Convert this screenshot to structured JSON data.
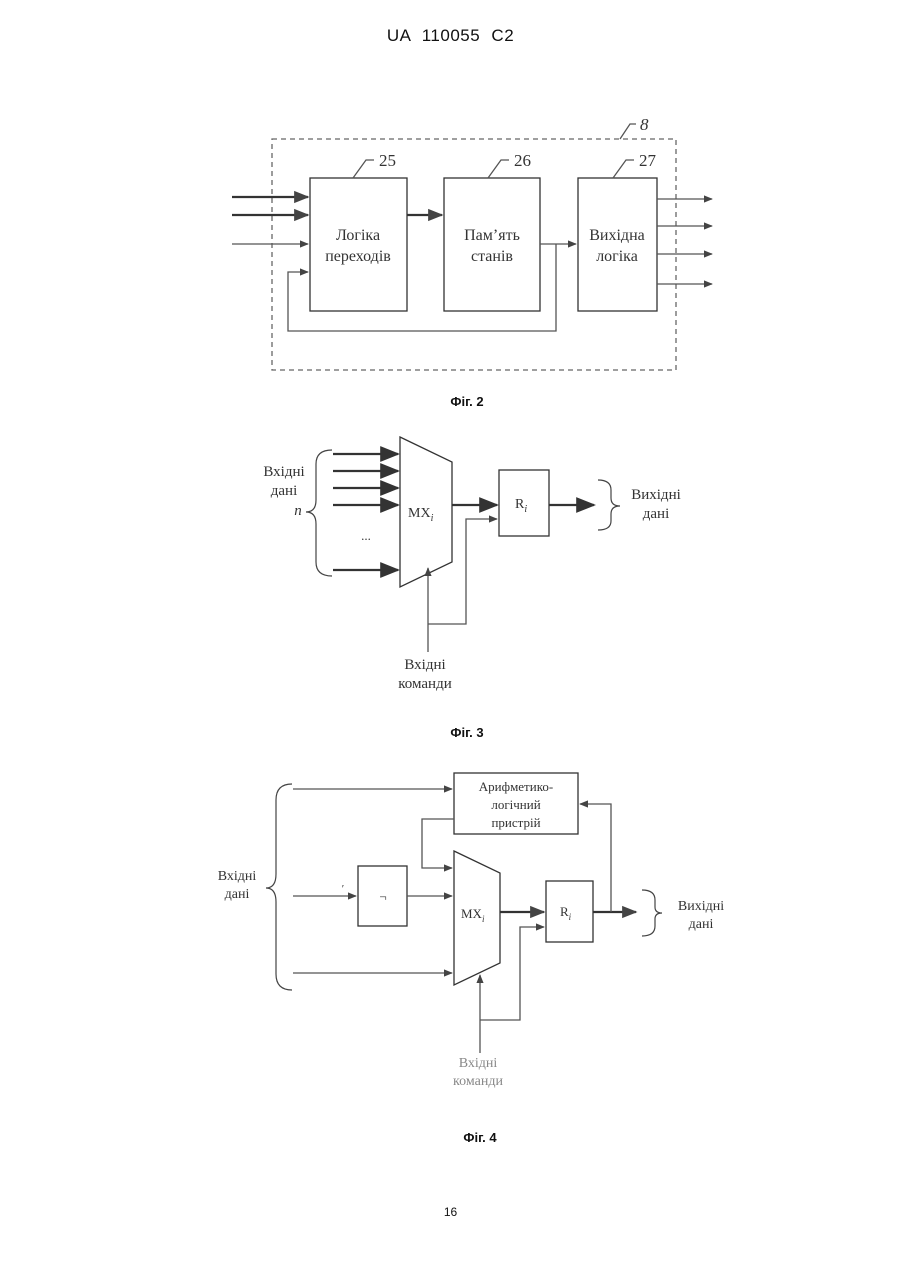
{
  "header": {
    "doc_id": "UA   110055   C2"
  },
  "page_number": "16",
  "fig2": {
    "caption": "Фіг. 2",
    "container_ref": "8",
    "blocks": [
      {
        "ref": "25",
        "line1": "Логіка",
        "line2": "переходів"
      },
      {
        "ref": "26",
        "line1": "Пам’ять",
        "line2": "станів"
      },
      {
        "ref": "27",
        "line1": "Вихідна",
        "line2": "логіка"
      }
    ]
  },
  "fig3": {
    "caption": "Фіг. 3",
    "inputs_line1": "Вхідні",
    "inputs_line2": "дані",
    "n_label": "n",
    "ellipsis": "...",
    "mux_label": "MX",
    "mux_sub": "i",
    "reg_label": "R",
    "reg_sub": "i",
    "outputs_line1": "Вихідні",
    "outputs_line2": "дані",
    "commands_line1": "Вхідні",
    "commands_line2": "команди"
  },
  "fig4": {
    "caption": "Фіг. 4",
    "alu_line1": "Арифметико-",
    "alu_line2": "логічний",
    "alu_line3": "пристрій",
    "inputs_line1": "Вхідні",
    "inputs_line2": "дані",
    "inverter_label": "¬",
    "tick_label": "′",
    "mux_label": "MX",
    "mux_sub": "i",
    "reg_label": "R",
    "reg_sub": "i",
    "outputs_line1": "Вихідні",
    "outputs_line2": "дані",
    "commands_line1": "Вхідні",
    "commands_line2": "команди"
  }
}
